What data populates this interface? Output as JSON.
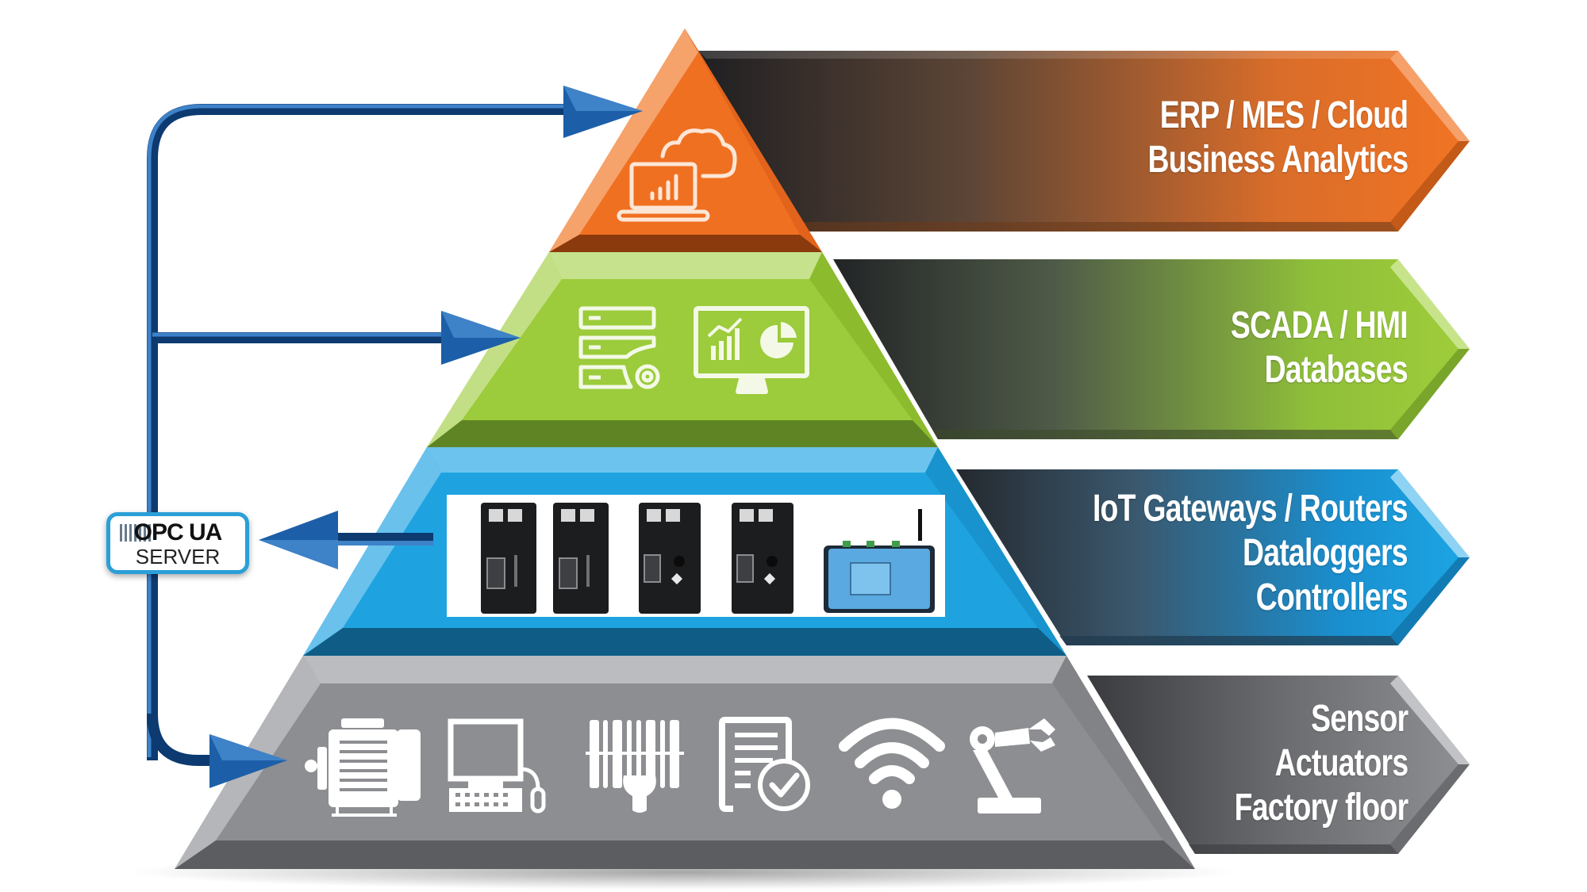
{
  "diagram": {
    "title": "Industrial automation pyramid with OPC UA server",
    "colors": {
      "orange": "#f07022",
      "green": "#9ccb3b",
      "blue": "#1fa3e0",
      "gray": "#8d8e91",
      "connector": "#1c5fa8",
      "badge_border": "#2a9fd8"
    },
    "levels": [
      {
        "id": "enterprise",
        "label_lines": [
          "ERP / MES / Cloud",
          "Business Analytics"
        ],
        "icons": [
          "laptop-chart-icon",
          "cloud-icon"
        ]
      },
      {
        "id": "supervisory",
        "label_lines": [
          "SCADA / HMI",
          "Databases"
        ],
        "icons": [
          "server-settings-icon",
          "monitor-dashboard-icon"
        ]
      },
      {
        "id": "control",
        "label_lines": [
          "IoT Gateways / Routers",
          "Dataloggers",
          "Controllers"
        ],
        "icons": [
          "din-rail-module-icon",
          "din-rail-module-icon",
          "din-rail-module-icon",
          "din-rail-module-icon",
          "iot-gateway-icon"
        ]
      },
      {
        "id": "field",
        "label_lines": [
          "Sensor",
          "Actuators",
          "Factory floor"
        ],
        "icons": [
          "electric-motor-icon",
          "computer-terminal-icon",
          "barcode-scanner-icon",
          "checklist-document-icon",
          "wifi-icon",
          "robot-arm-icon"
        ]
      }
    ],
    "opc_server": {
      "title": "OPC UA",
      "subtitle": "SERVER"
    },
    "connections": [
      {
        "from": "opc_server",
        "to": "enterprise",
        "direction": "to-level"
      },
      {
        "from": "opc_server",
        "to": "supervisory",
        "direction": "to-level"
      },
      {
        "from": "control",
        "to": "opc_server",
        "direction": "to-server"
      },
      {
        "from": "opc_server",
        "to": "field",
        "direction": "to-level"
      }
    ]
  }
}
